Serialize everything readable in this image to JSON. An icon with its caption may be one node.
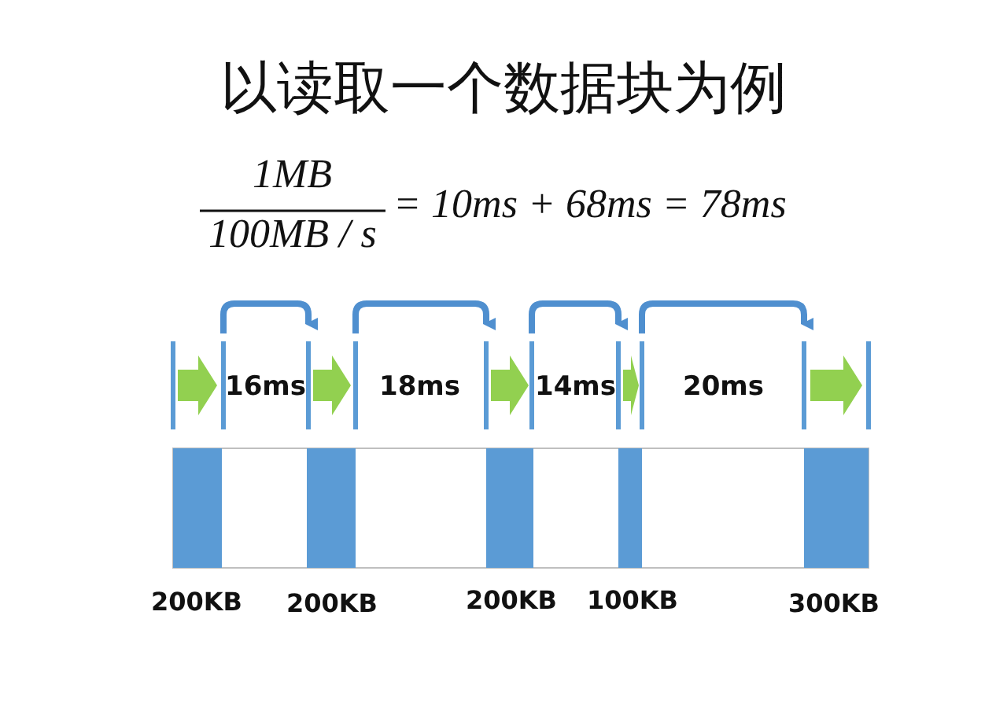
{
  "diagram": {
    "title": "以读取一个数据块为例",
    "labels": [
      "1MB",
      "100MB / s",
      "= 10ms + 68ms = 78ms",
      "16ms",
      "18ms",
      "14ms",
      "20ms",
      "200KB",
      "200KB",
      "200KB",
      "100KB",
      "300KB"
    ]
  }
}
